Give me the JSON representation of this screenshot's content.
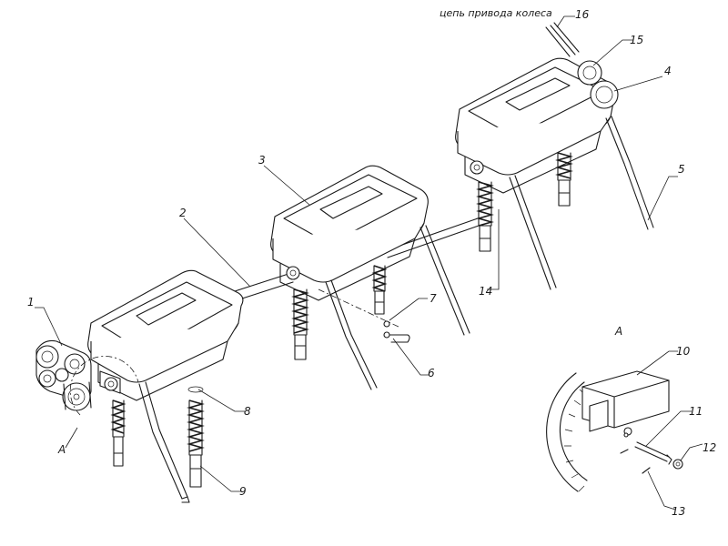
{
  "drawing": {
    "callouts": [
      {
        "id": "c1",
        "label": "1"
      },
      {
        "id": "c2",
        "label": "2"
      },
      {
        "id": "c3",
        "label": "3"
      },
      {
        "id": "c4",
        "label": "4"
      },
      {
        "id": "c5",
        "label": "5"
      },
      {
        "id": "c6",
        "label": "6"
      },
      {
        "id": "c7",
        "label": "7"
      },
      {
        "id": "c8",
        "label": "8"
      },
      {
        "id": "c9",
        "label": "9"
      },
      {
        "id": "c10",
        "label": "10"
      },
      {
        "id": "c11",
        "label": "11"
      },
      {
        "id": "c12",
        "label": "12"
      },
      {
        "id": "c13",
        "label": "13"
      },
      {
        "id": "c14",
        "label": "14"
      },
      {
        "id": "c15",
        "label": "15"
      },
      {
        "id": "c16",
        "label": "16"
      }
    ],
    "caption_chain": "цепь привода колеса",
    "detail_view_label": "A",
    "detail_marker_label": "A"
  }
}
